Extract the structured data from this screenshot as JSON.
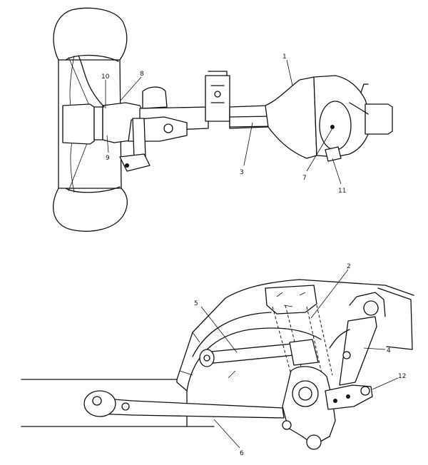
{
  "top_view": {
    "callouts": [
      "1",
      "3",
      "7",
      "8",
      "9",
      "10",
      "11"
    ]
  },
  "side_view": {
    "callouts": [
      "2",
      "4",
      "5",
      "6",
      "12"
    ]
  }
}
